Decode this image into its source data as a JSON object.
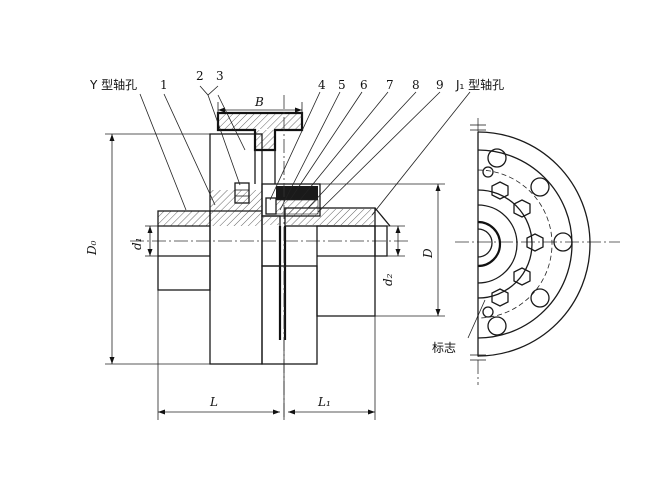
{
  "labels": {
    "y_bore": "Y 型轴孔",
    "j1_bore": "J₁ 型轴孔",
    "mark": "标志",
    "p1": "1",
    "p2": "2",
    "p3": "3",
    "p4": "4",
    "p5": "5",
    "p6": "6",
    "p7": "7",
    "p8": "8",
    "p9": "9"
  },
  "dimensions": {
    "B": "B",
    "D0": "D₀",
    "d1": "d₁",
    "d2": "d₂",
    "D": "D",
    "L": "L",
    "L1": "L₁"
  }
}
